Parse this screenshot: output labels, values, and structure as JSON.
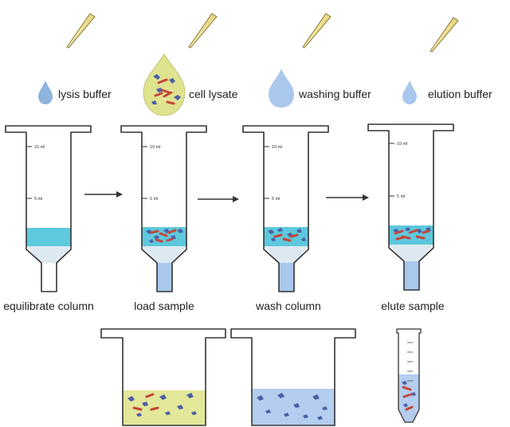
{
  "reagents": [
    {
      "label": "lysis buffer",
      "color": "#8fb4de"
    },
    {
      "label": "cell lysate",
      "color": "#dfe28f"
    },
    {
      "label": "washing buffer",
      "color": "#a9c8ec"
    },
    {
      "label": "elution buffer",
      "color": "#a9c8ec"
    }
  ],
  "steps": [
    {
      "label": "equilibrate column"
    },
    {
      "label": "load sample"
    },
    {
      "label": "wash column"
    },
    {
      "label": "elute sample"
    }
  ],
  "column_marks": {
    "top": "10 ml",
    "mid": "5 ml"
  },
  "colors": {
    "column_fill": "#5ec8dc",
    "frit": "#dde9f1",
    "outlet_filled": "#a9c8ec",
    "lysate_fill": "#e3e79a",
    "wash_fill": "#b5cdee",
    "protein_blue": "#4b5fa6",
    "protein_red": "#c4473a"
  }
}
